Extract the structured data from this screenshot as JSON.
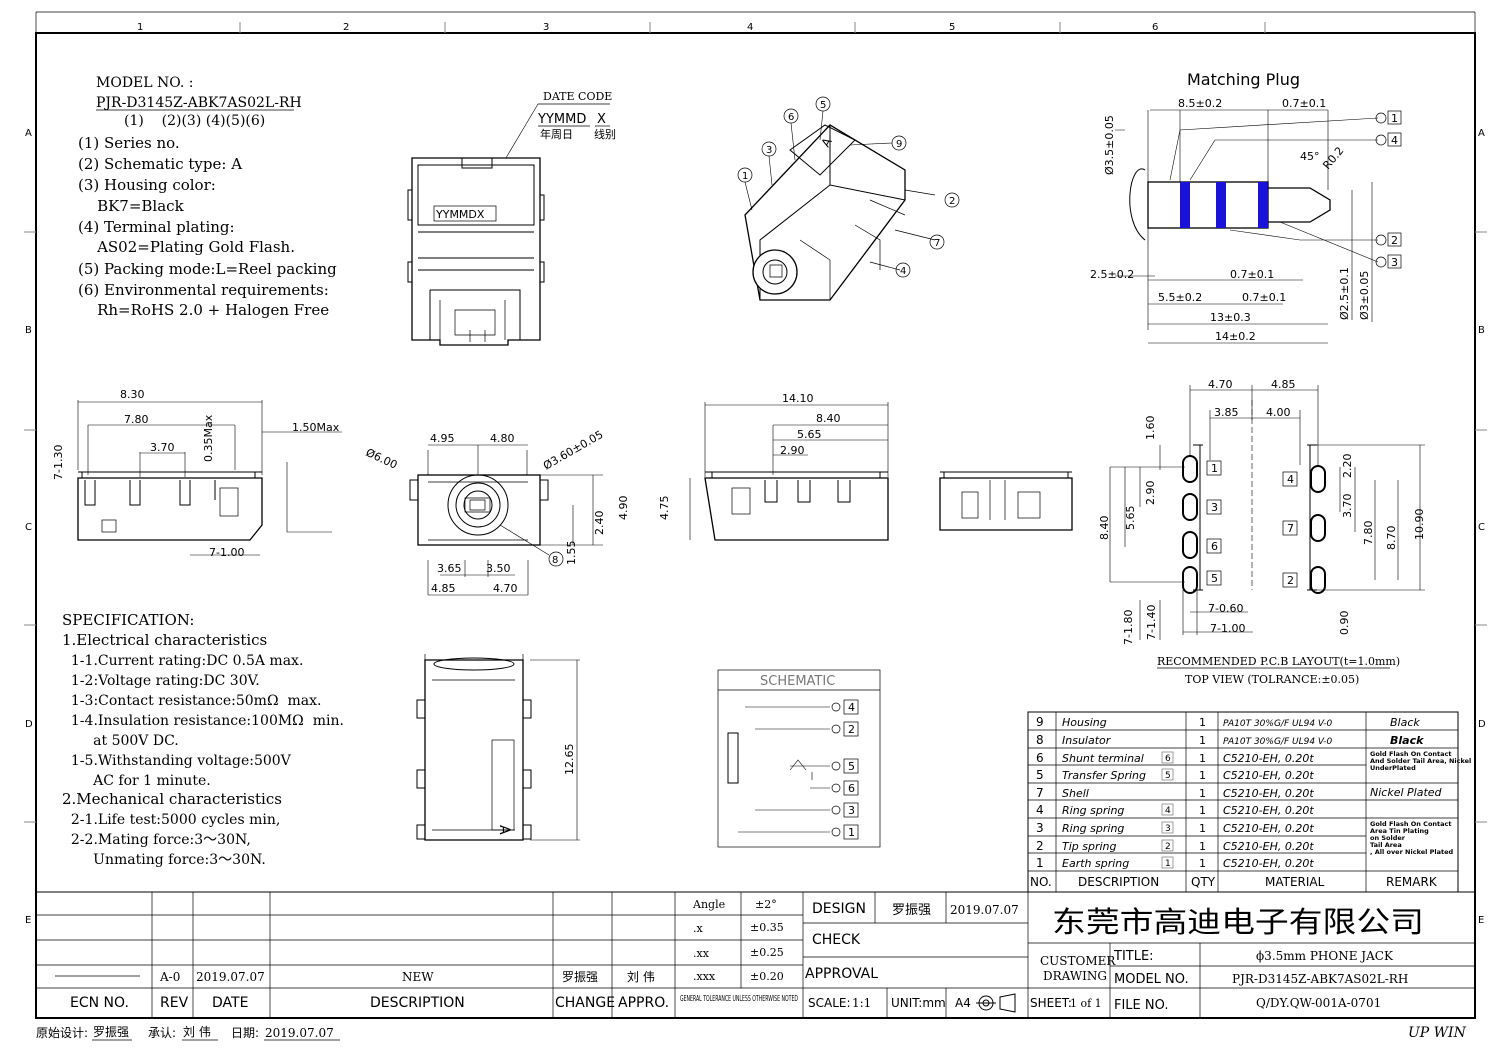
{
  "frame": {
    "grid_cols": [
      "1",
      "2",
      "3",
      "4",
      "5",
      "6"
    ],
    "grid_rows": [
      "A",
      "B",
      "C",
      "D",
      "E"
    ],
    "corner_label": "UP WIN"
  },
  "model": {
    "label": "MODEL NO. :",
    "part_number": "PJR-D3145Z-ABK7AS02L-RH",
    "index_line": "(1)    (2)(3) (4)(5)(6)",
    "items": [
      {
        "text": "(1) Series no."
      },
      {
        "text": "(2) Schematic type: A"
      },
      {
        "text": "(3) Housing color:"
      },
      {
        "text": "    BK7=Black"
      },
      {
        "text": "(4) Terminal plating:"
      },
      {
        "text": "    AS02=Plating Gold Flash."
      },
      {
        "text": "(5) Packing mode:L=Reel packing"
      },
      {
        "text": "(6) Environmental requirements:"
      },
      {
        "text": "    Rh=RoHS 2.0 + Halogen Free"
      }
    ]
  },
  "date_code": {
    "title": "DATE CODE",
    "format": "YYMMD",
    "suffix": "X",
    "caption_cn": "年周日",
    "caption_cn2": "线别",
    "stamp": "YYMMDX"
  },
  "plug": {
    "title": "Matching Plug",
    "dims": [
      "8.5±0.2",
      "0.7±0.1",
      "Ø3.5±0.05",
      "45°",
      "R0.2",
      "2.5±0.2",
      "0.7±0.1",
      "5.5±0.2",
      "0.7±0.1",
      "13±0.3",
      "14±0.2",
      "Ø2.5±0.1",
      "Ø3±0.05"
    ],
    "pins": [
      "1",
      "4",
      "2",
      "3"
    ],
    "stripe_color": "#1a12d8"
  },
  "front_view": {
    "dims": [
      "4.95",
      "4.80",
      "Ø3.60±0.05",
      "Ø6.00",
      "4.90",
      "2.40",
      "1.55",
      "3.65",
      "3.50",
      "4.85",
      "4.70"
    ],
    "balloon": "8"
  },
  "side_view": {
    "dims": [
      "8.30",
      "7.80",
      "3.70",
      "0.35Max",
      "1.50Max",
      "7-1.30",
      "7-1.00"
    ]
  },
  "right_view": {
    "dims": [
      "14.10",
      "8.40",
      "5.65",
      "2.90",
      "4.75"
    ]
  },
  "bottom_view": {
    "dims": [
      "12.65"
    ],
    "letter": "A"
  },
  "iso_view": {
    "letter": "A",
    "balloons": [
      "1",
      "3",
      "6",
      "5",
      "9",
      "2",
      "7",
      "4"
    ]
  },
  "pcb": {
    "dims": [
      "4.70",
      "4.85",
      "3.85",
      "4.00",
      "1.60",
      "2.90",
      "5.65",
      "8.40",
      "2.20",
      "3.70",
      "7.80",
      "8.70",
      "10.90",
      "7-1.80",
      "7-1.40",
      "7-0.60",
      "7-1.00",
      "0.90"
    ],
    "pins_left": [
      "1",
      "3",
      "6",
      "5"
    ],
    "pins_right": [
      "4",
      "7",
      "2"
    ],
    "caption1": "RECOMMENDED P.C.B LAYOUT(t=1.0mm)",
    "caption2": "TOP VIEW (TOLRANCE:±0.05)"
  },
  "schematic": {
    "title": "SCHEMATIC",
    "pins": [
      "4",
      "2",
      "5",
      "6",
      "3",
      "1"
    ]
  },
  "specification": {
    "title": "SPECIFICATION:",
    "lines": [
      "1.Electrical characteristics",
      "  1-1.Current rating:DC 0.5A max.",
      "  1-2:Voltage rating:DC 30V.",
      "  1-3:Contact resistance:50mΩ  max.",
      "  1-4.Insulation resistance:100MΩ  min.",
      "       at 500V DC.",
      "  1-5.Withstanding voltage:500V",
      "       AC for 1 minute.",
      "2.Mechanical characteristics",
      "  2-1.Life test:5000 cycles min,",
      "  2-2.Mating force:3～30N,",
      "       Unmating force:3～30N."
    ]
  },
  "bom": {
    "headers": {
      "no": "NO.",
      "desc": "DESCRIPTION",
      "qty": "QTY",
      "material": "MATERIAL",
      "remark": "REMARK"
    },
    "rows": [
      {
        "no": "9",
        "desc": "Housing",
        "tag": "",
        "qty": "1",
        "material": "PA10T 30%G/F UL94 V-0",
        "remark": "Black"
      },
      {
        "no": "8",
        "desc": "Insulator",
        "tag": "",
        "qty": "1",
        "material": "PA10T 30%G/F UL94 V-0",
        "remark": "Black"
      },
      {
        "no": "6",
        "desc": "Shunt terminal",
        "tag": "6",
        "qty": "1",
        "material": "C5210-EH, 0.20t",
        "remark": "Gold Flash On Contact And Solder Tail Area, Nickel UnderPlated"
      },
      {
        "no": "5",
        "desc": "Transfer Spring",
        "tag": "5",
        "qty": "1",
        "material": "C5210-EH, 0.20t",
        "remark": ""
      },
      {
        "no": "7",
        "desc": "Shell",
        "tag": "",
        "qty": "1",
        "material": "C5210-EH, 0.20t",
        "remark": "Nickel Plated"
      },
      {
        "no": "4",
        "desc": "Ring spring",
        "tag": "4",
        "qty": "1",
        "material": "C5210-EH, 0.20t",
        "remark": ""
      },
      {
        "no": "3",
        "desc": "Ring spring",
        "tag": "3",
        "qty": "1",
        "material": "C5210-EH, 0.20t",
        "remark": "Gold Flash On Contact Area  Tin Plating on Solder Tail Area , All over Nickel Plated"
      },
      {
        "no": "2",
        "desc": "Tip spring",
        "tag": "2",
        "qty": "1",
        "material": "C5210-EH, 0.20t",
        "remark": ""
      },
      {
        "no": "1",
        "desc": "Earth spring",
        "tag": "1",
        "qty": "1",
        "material": "C5210-EH, 0.20t",
        "remark": ""
      }
    ]
  },
  "title_block": {
    "company": "东莞市高迪电子有限公司",
    "design_label": "DESIGN",
    "designer": "罗振强",
    "design_date": "2019.07.07",
    "check_label": "CHECK",
    "approval_label": "APPROVAL",
    "tolerances": [
      {
        "k": "Angle",
        "v": "±2°"
      },
      {
        "k": ".x",
        "v": "±0.35"
      },
      {
        "k": ".xx",
        "v": "±0.25"
      },
      {
        "k": ".xxx",
        "v": "±0.20"
      }
    ],
    "general_tol": "GENERAL TOLERANCE UNLESS OTHERWISE NOTED",
    "customer": "CUSTOMER DRAWING",
    "title_label": "TITLE:",
    "title": "ϕ3.5mm PHONE JACK",
    "model_label": "MODEL NO.",
    "model": "PJR-D3145Z-ABK7AS02L-RH",
    "file_label": "FILE NO.",
    "file": "Q/DY.QW-001A-0701",
    "scale_label": "SCALE:",
    "scale": "1:1",
    "unit": "UNIT:mm",
    "paper": "A4",
    "sheet_label": "SHEET:",
    "sheet": "1 of 1"
  },
  "revision": {
    "headers": {
      "ecn": "ECN NO.",
      "rev": "REV",
      "date": "DATE",
      "desc": "DESCRIPTION",
      "change": "CHANGE",
      "appro": "APPRO."
    },
    "row": {
      "rev": "A-0",
      "date": "2019.07.07",
      "desc": "NEW",
      "change": "罗振强",
      "appro": "刘 伟"
    }
  },
  "footer": {
    "designer_label": "原始设计:",
    "designer": "罗振强",
    "approver_label": "承认:",
    "approver": "刘 伟",
    "date_label": "日期:",
    "date": "2019.07.07"
  }
}
